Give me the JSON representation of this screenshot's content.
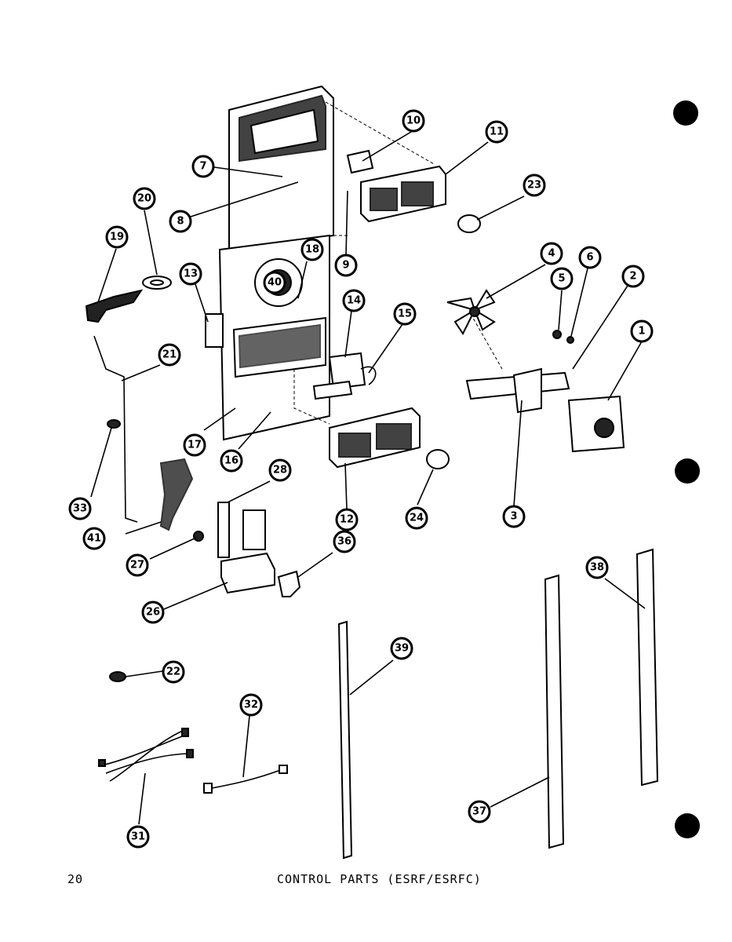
{
  "footer": {
    "page_number": "20",
    "title": "CONTROL PARTS (ESRF/ESRFC)"
  },
  "callouts": [
    {
      "id": "c1",
      "label": "1"
    },
    {
      "id": "c2",
      "label": "2"
    },
    {
      "id": "c3",
      "label": "3"
    },
    {
      "id": "c4",
      "label": "4"
    },
    {
      "id": "c5",
      "label": "5"
    },
    {
      "id": "c6",
      "label": "6"
    },
    {
      "id": "c7",
      "label": "7"
    },
    {
      "id": "c8",
      "label": "8"
    },
    {
      "id": "c9",
      "label": "9"
    },
    {
      "id": "c10",
      "label": "10"
    },
    {
      "id": "c11",
      "label": "11"
    },
    {
      "id": "c12",
      "label": "12"
    },
    {
      "id": "c13",
      "label": "13"
    },
    {
      "id": "c14",
      "label": "14"
    },
    {
      "id": "c15",
      "label": "15"
    },
    {
      "id": "c16",
      "label": "16"
    },
    {
      "id": "c17",
      "label": "17"
    },
    {
      "id": "c18",
      "label": "18"
    },
    {
      "id": "c19",
      "label": "19"
    },
    {
      "id": "c20",
      "label": "20"
    },
    {
      "id": "c21",
      "label": "21"
    },
    {
      "id": "c22",
      "label": "22"
    },
    {
      "id": "c23",
      "label": "23"
    },
    {
      "id": "c24",
      "label": "24"
    },
    {
      "id": "c26",
      "label": "26"
    },
    {
      "id": "c27",
      "label": "27"
    },
    {
      "id": "c28",
      "label": "28"
    },
    {
      "id": "c31",
      "label": "31"
    },
    {
      "id": "c32",
      "label": "32"
    },
    {
      "id": "c33",
      "label": "33"
    },
    {
      "id": "c36",
      "label": "36"
    },
    {
      "id": "c37",
      "label": "37"
    },
    {
      "id": "c38",
      "label": "38"
    },
    {
      "id": "c39",
      "label": "39"
    },
    {
      "id": "c40",
      "label": "40"
    },
    {
      "id": "c41",
      "label": "41"
    }
  ]
}
